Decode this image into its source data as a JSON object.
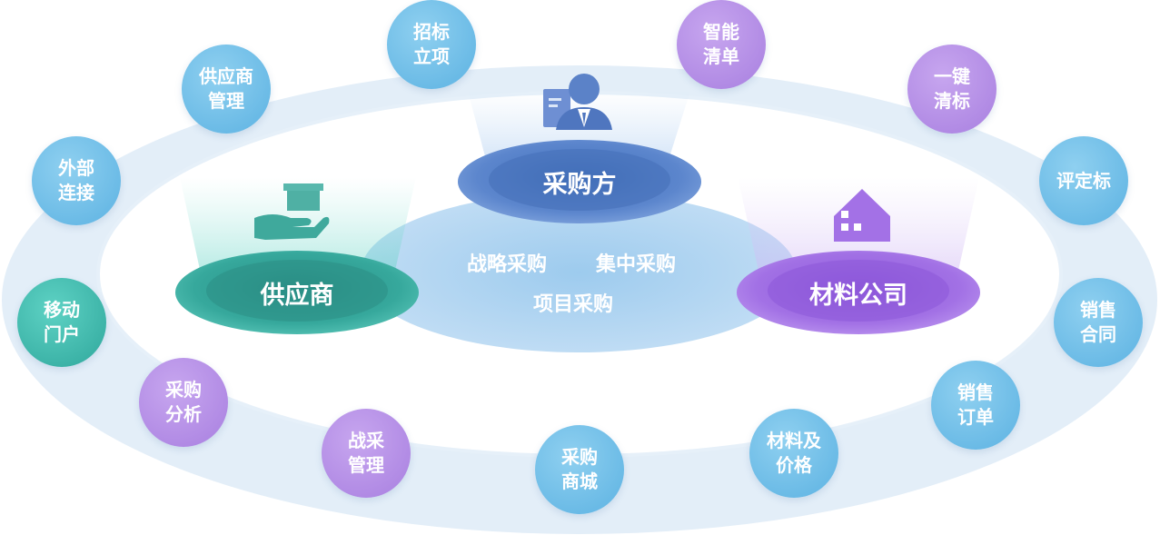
{
  "hubs": {
    "buyer": "采购方",
    "supplier": "供应商",
    "material_company": "材料公司"
  },
  "center": {
    "line1_left": "战略采购",
    "line1_right": "集中采购",
    "line2": "项目采购"
  },
  "modules": [
    {
      "label": "招标\n立项",
      "color": "blue"
    },
    {
      "label": "智能\n清单",
      "color": "purple"
    },
    {
      "label": "供应商\n管理",
      "color": "blue"
    },
    {
      "label": "一键\n清标",
      "color": "purple"
    },
    {
      "label": "外部\n连接",
      "color": "blue"
    },
    {
      "label": "评定标",
      "color": "blue"
    },
    {
      "label": "移动\n门户",
      "color": "teal"
    },
    {
      "label": "销售\n合同",
      "color": "blue"
    },
    {
      "label": "采购\n分析",
      "color": "purple"
    },
    {
      "label": "销售\n订单",
      "color": "blue"
    },
    {
      "label": "战采\n管理",
      "color": "purple"
    },
    {
      "label": "材料及\n价格",
      "color": "blue"
    },
    {
      "label": "采购\n商城",
      "color": "blue"
    }
  ],
  "icons": [
    "person-icon",
    "hand-box-icon",
    "house-icon"
  ]
}
